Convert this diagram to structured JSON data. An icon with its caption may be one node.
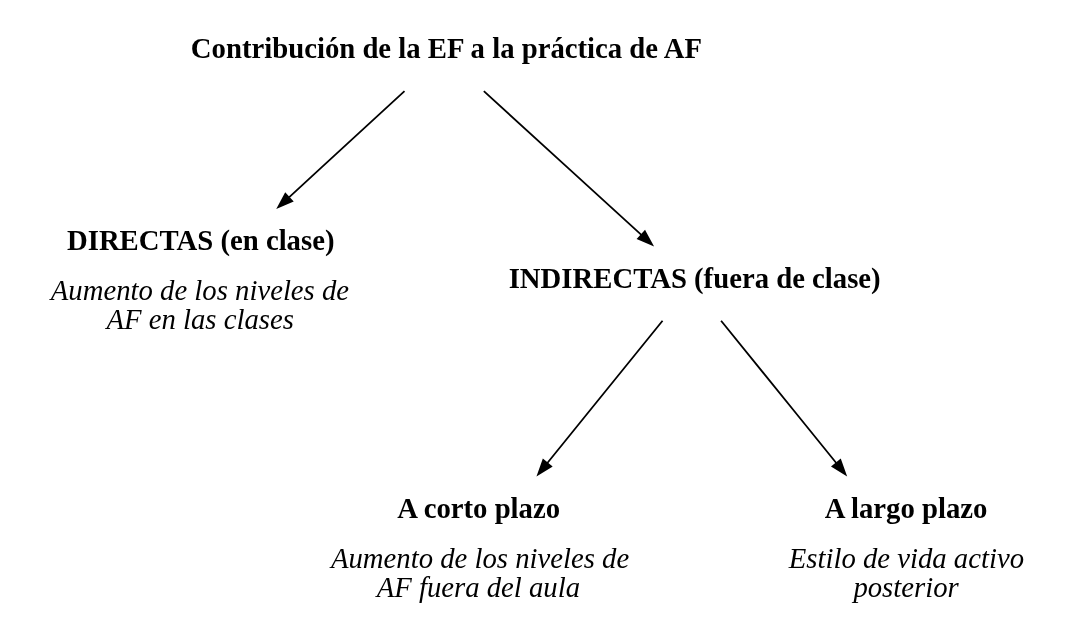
{
  "diagram": {
    "nodes": [
      {
        "text": [
          "Contribución de la EF a la práctica de AF"
        ]
      },
      {
        "text": [
          "DIRECTAS (en clase)"
        ],
        "beside": [
          "Aumento de los niveles de AF en las clases"
        ]
      },
      {
        "text": [
          "INDIRECTAS (fuera de clase)"
        ]
      },
      {
        "text": [
          "A corto plazo"
        ],
        "beside": [
          "Aumento de los niveles de AF fuera del aula"
        ]
      },
      {
        "text": [
          "A largo plazo"
        ],
        "beside": [
          "Estilo de vida activo posterior"
        ]
      }
    ],
    "edges": [
      {
        "from": 0,
        "to": 1,
        "arrow": "to"
      },
      {
        "from": 0,
        "to": 2,
        "arrow": "to"
      },
      {
        "from": 2,
        "to": 3,
        "arrow": "to"
      },
      {
        "from": 2,
        "to": 4,
        "arrow": "to"
      }
    ]
  }
}
